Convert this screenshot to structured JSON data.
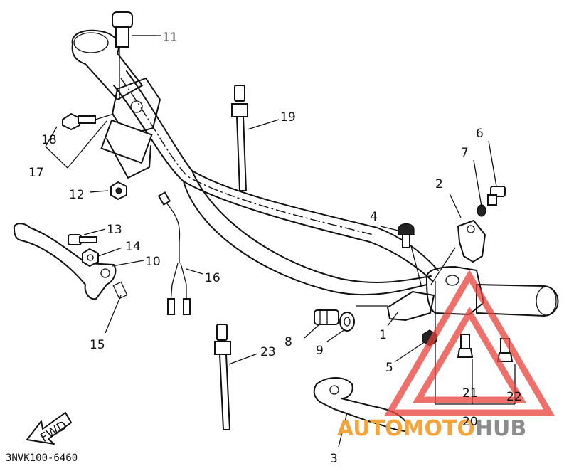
{
  "part_labels": [
    {
      "id": "1",
      "text": "1"
    },
    {
      "id": "2",
      "text": "2"
    },
    {
      "id": "3",
      "text": "3"
    },
    {
      "id": "4",
      "text": "4"
    },
    {
      "id": "5",
      "text": "5"
    },
    {
      "id": "6",
      "text": "6"
    },
    {
      "id": "7",
      "text": "7"
    },
    {
      "id": "8",
      "text": "8"
    },
    {
      "id": "9",
      "text": "9"
    },
    {
      "id": "10",
      "text": "10"
    },
    {
      "id": "11",
      "text": "11"
    },
    {
      "id": "12",
      "text": "12"
    },
    {
      "id": "13",
      "text": "13"
    },
    {
      "id": "14",
      "text": "14"
    },
    {
      "id": "15",
      "text": "15"
    },
    {
      "id": "16",
      "text": "16"
    },
    {
      "id": "17",
      "text": "17"
    },
    {
      "id": "18",
      "text": "18"
    },
    {
      "id": "19",
      "text": "19"
    },
    {
      "id": "20",
      "text": "20"
    },
    {
      "id": "21",
      "text": "21"
    },
    {
      "id": "22",
      "text": "22"
    },
    {
      "id": "23",
      "text": "23"
    }
  ],
  "diagram_code": "3NVK100-6460",
  "direction_label": "FWD",
  "watermark": {
    "part1": "AUTOMOTO",
    "part2": "HUB",
    "color1": "#f3a43a",
    "color2": "#8c8c8c",
    "triangle_color": "#e8403a"
  }
}
